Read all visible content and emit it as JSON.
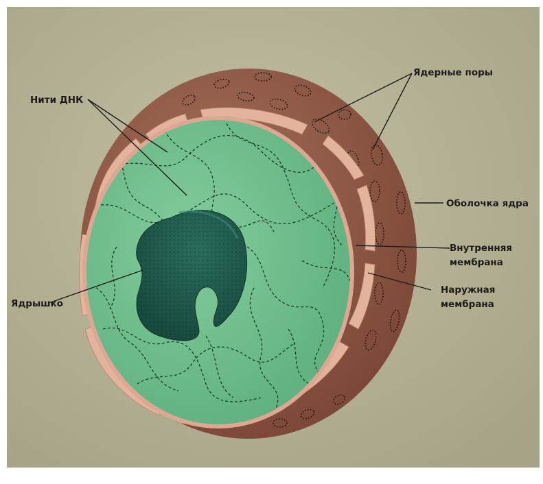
{
  "figure": {
    "labels": {
      "dna_threads": "Нити ДНК",
      "nuclear_pores": "Ядерные поры",
      "nuclear_envelope": "Оболочка ядра",
      "inner_membrane_line1": "Внутренняя",
      "inner_membrane_line2": "мембрана",
      "outer_membrane_line1": "Наружная",
      "outer_membrane_line2": "мембрана",
      "nucleolus": "Ядрышко"
    },
    "colors": {
      "paper": "#b5b296",
      "envelope": "#8f5a44",
      "membrane": "#e3b39c",
      "nucleoplasm": "#6fbf8c",
      "nucleolus": "#1f5a4c",
      "ink": "#1b1c1a"
    }
  }
}
